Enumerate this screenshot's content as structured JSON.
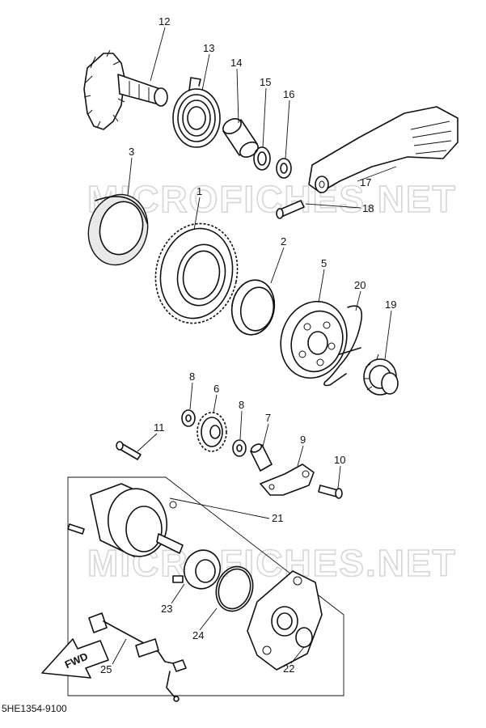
{
  "watermark": {
    "text_top": "MICROFICHES.NET",
    "text_bottom": "MICROFICHES.NET"
  },
  "direction_arrow": {
    "label": "FWD"
  },
  "diagram_code": "5HE1354-9100",
  "callouts": [
    {
      "id": "c12",
      "label": "12"
    },
    {
      "id": "c13",
      "label": "13"
    },
    {
      "id": "c14",
      "label": "14"
    },
    {
      "id": "c15",
      "label": "15"
    },
    {
      "id": "c16",
      "label": "16"
    },
    {
      "id": "c3",
      "label": "3"
    },
    {
      "id": "c1",
      "label": "1"
    },
    {
      "id": "c17",
      "label": "17"
    },
    {
      "id": "c18",
      "label": "18"
    },
    {
      "id": "c2",
      "label": "2"
    },
    {
      "id": "c5",
      "label": "5"
    },
    {
      "id": "c20",
      "label": "20"
    },
    {
      "id": "c19",
      "label": "19"
    },
    {
      "id": "c8a",
      "label": "8"
    },
    {
      "id": "c6",
      "label": "6"
    },
    {
      "id": "c8b",
      "label": "8"
    },
    {
      "id": "c7",
      "label": "7"
    },
    {
      "id": "c9",
      "label": "9"
    },
    {
      "id": "c11",
      "label": "11"
    },
    {
      "id": "c10",
      "label": "10"
    },
    {
      "id": "c21",
      "label": "21"
    },
    {
      "id": "c23",
      "label": "23"
    },
    {
      "id": "c24",
      "label": "24"
    },
    {
      "id": "c22",
      "label": "22"
    },
    {
      "id": "c25",
      "label": "25"
    }
  ]
}
